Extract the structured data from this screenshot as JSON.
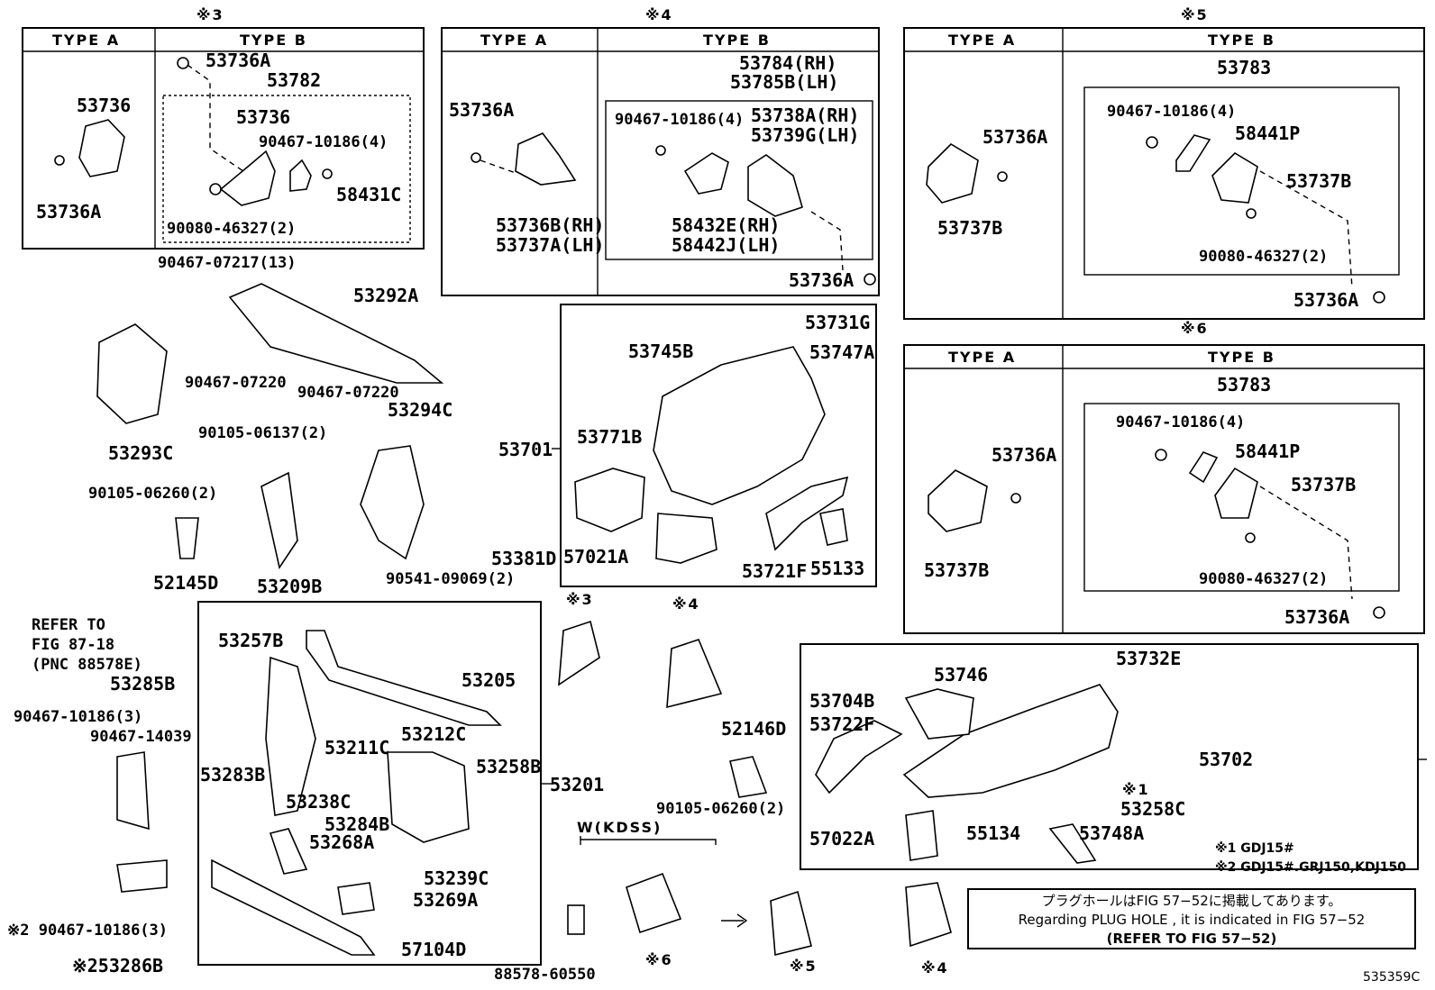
{
  "boxes": {
    "b3": {
      "mark": "※3",
      "type_a": "TYPE  A",
      "type_b": "TYPE  B"
    },
    "b4": {
      "mark": "※4",
      "type_a": "TYPE  A",
      "type_b": "TYPE  B"
    },
    "b5": {
      "mark": "※5",
      "type_a": "TYPE  A",
      "type_b": "TYPE  B"
    },
    "b6": {
      "mark": "※6",
      "type_a": "TYPE  A",
      "type_b": "TYPE  B"
    }
  },
  "labels": {
    "b3_53736A_top": "53736A",
    "b3_53782": "53782",
    "b3_53736_a": "53736",
    "b3_53736_b": "53736",
    "b3_53736A_bot": "53736A",
    "b3_90467_10186": "90467-10186(4)",
    "b3_58431C": "58431C",
    "b3_90080_46327": "90080-46327(2)",
    "b4_53736A": "53736A",
    "b4_53784": "53784(RH)",
    "b4_53785B": "53785B(LH)",
    "b4_90467_10186": "90467-10186(4)",
    "b4_53738A": "53738A(RH)",
    "b4_53739G": "53739G(LH)",
    "b4_53736B": "53736B(RH)",
    "b4_53737A": "53737A(LH)",
    "b4_58432E": "58432E(RH)",
    "b4_58442J": "58442J(LH)",
    "b4_53736A_bot": "53736A",
    "b5_53736A": "53736A",
    "b5_53737B": "53737B",
    "b5_53783": "53783",
    "b5_90467_10186": "90467-10186(4)",
    "b5_58441P": "58441P",
    "b5_53737B_b": "53737B",
    "b5_90080_46327": "90080-46327(2)",
    "b5_53736A_bot": "53736A",
    "b6_53736A": "53736A",
    "b6_53737B": "53737B",
    "b6_53783": "53783",
    "b6_90467_10186": "90467-10186(4)",
    "b6_58441P": "58441P",
    "b6_53737B_b": "53737B",
    "b6_90080_46327": "90080-46327(2)",
    "b6_53736A_bot": "53736A",
    "p_90467_07217": "90467-07217(13)",
    "p_53292A": "53292A",
    "p_90467_07220_a": "90467-07220",
    "p_90467_07220_b": "90467-07220",
    "p_53293C": "53293C",
    "p_53294C": "53294C",
    "p_90105_06137": "90105-06137(2)",
    "p_90105_06260": "90105-06260(2)",
    "p_52145D": "52145D",
    "p_53209B": "53209B",
    "p_53381D": "53381D",
    "p_90541_09069": "90541-09069(2)",
    "p_refer1": "REFER TO",
    "p_refer2": "FIG 87-18",
    "p_refer3": "(PNC 88578E)",
    "p_53285B": "53285B",
    "p_90467_10186_3a": "90467-10186(3)",
    "p_90467_14039": "90467-14039",
    "p_53257B": "53257B",
    "p_53283B": "53283B",
    "p_53211C": "53211C",
    "p_53212C": "53212C",
    "p_53205": "53205",
    "p_53238C": "53238C",
    "p_53284B": "53284B",
    "p_53258B": "53258B",
    "p_53201": "53201",
    "p_53268A": "53268A",
    "p_53239C": "53239C",
    "p_53269A": "53269A",
    "p_57104D": "57104D",
    "p_90467_10186_3b": "※2 90467-10186(3)",
    "p_53286B": "※253286B",
    "p_88578": "88578-60550",
    "p_53701": "53701",
    "p_53745B": "53745B",
    "p_53731G": "53731G",
    "p_53747A": "53747A",
    "p_53771B": "53771B",
    "p_57021A": "57021A",
    "p_53721F": "53721F",
    "p_55133": "55133",
    "p_m3": "※3",
    "p_m4": "※4",
    "p_52146D": "52146D",
    "p_90105_06260_b": "90105-06260(2)",
    "p_wkdss": "W(KDSS)",
    "p_m6": "※6",
    "p_m5": "※5",
    "p_m4b": "※4",
    "p_53746": "53746",
    "p_53732E": "53732E",
    "p_53704B": "53704B",
    "p_53722F": "53722F",
    "p_53702": "53702",
    "p_m1": "※1",
    "p_53258C": "53258C",
    "p_57022A": "57022A",
    "p_55134": "55134",
    "p_53748A": "53748A"
  },
  "notes": {
    "fn1": "※1 GDJ15#",
    "fn2": "※2 GDJ15#.GRJ150,KDJ150",
    "note_jp": "プラグホールはFIG 57−52に掲載してあります。",
    "note_en": "Regarding  PLUG  HOLE , it is indicated in FIG  57−52",
    "note_ref": "(REFER  TO  FIG  57−52)",
    "code": "535359C"
  }
}
